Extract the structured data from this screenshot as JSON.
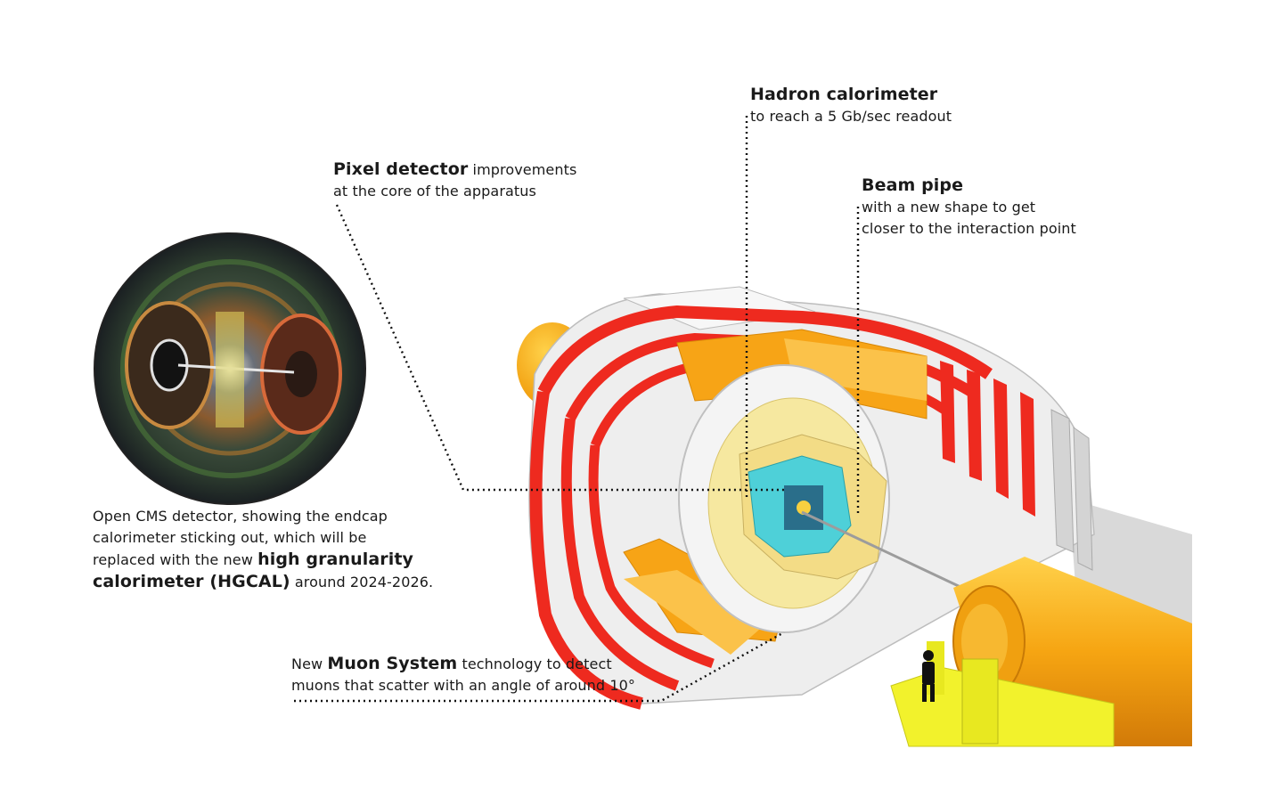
{
  "colors": {
    "red": "#ee2a1f",
    "orange": "#f7a416",
    "light_orange": "#fbc24a",
    "yellow": "#f2f22c",
    "pale_yellow": "#f6e8a0",
    "cyan": "#4ed0d8",
    "white_panel": "#f2f2f2",
    "grey": "#c9c9c9"
  },
  "labels": {
    "hadron": {
      "title": "Hadron calorimeter",
      "line1": "to reach a 5 Gb/sec readout"
    },
    "pixel": {
      "title": "Pixel detector",
      "rest": " improvements",
      "line2": "at the core of the apparatus"
    },
    "beam": {
      "title": "Beam pipe",
      "line1": "with a new shape to get",
      "line2": "closer to the interaction point"
    },
    "photo": {
      "line1": "Open CMS detector, showing the endcap",
      "line2": "calorimeter sticking out, which will be",
      "line3_pre": "replaced with the new ",
      "line3_bold": "high granularity",
      "line4_bold": "calorimeter (HGCAL)",
      "line4_rest": " around 2024-2026."
    },
    "muon": {
      "pre": "New ",
      "title": "Muon System",
      "rest": " technology to detect",
      "line2": "muons that scatter with an angle of around 10°"
    }
  }
}
